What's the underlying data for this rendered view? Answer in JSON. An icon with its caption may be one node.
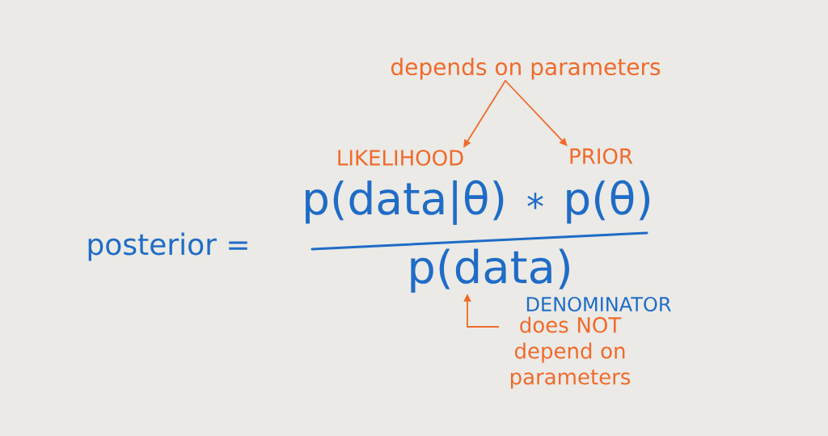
{
  "diagram": {
    "nodes": [
      {
        "text": [
          "depends on parameters"
        ]
      },
      {
        "text": [
          "LIKELIHOOD",
          "p(data|θ)"
        ]
      },
      {
        "text": [
          "PRIOR",
          "p(θ)"
        ]
      },
      {
        "text": [
          "p(data)"
        ],
        "beside": [
          "DENOMINATOR"
        ]
      },
      {
        "text": [
          "does NOT depend on parameters"
        ]
      }
    ],
    "edges": [
      {
        "from": 0,
        "to": 1,
        "arrow": "to"
      },
      {
        "from": 0,
        "to": 2,
        "arrow": "to"
      },
      {
        "from": 4,
        "to": 3,
        "arrow": "to"
      }
    ],
    "labels": [
      "posterior =",
      "*"
    ]
  }
}
